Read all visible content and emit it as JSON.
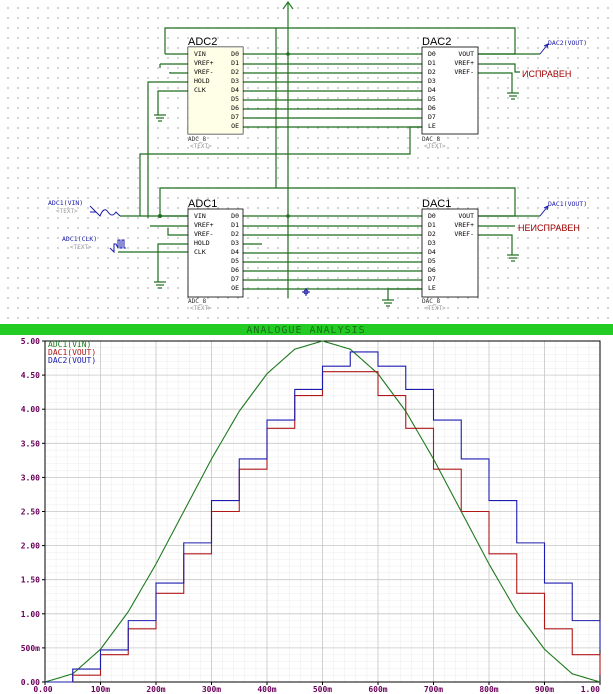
{
  "schematic": {
    "chips": [
      {
        "id": "adc2",
        "name": "ADC2",
        "part": "ADC_8",
        "text": "<TEXT>",
        "left_pins": [
          "VIN",
          "VREF+",
          "VREF-",
          "HOLD",
          "CLK"
        ],
        "right_pins": [
          "D0",
          "D1",
          "D2",
          "D3",
          "D4",
          "D5",
          "D6",
          "D7",
          "OE"
        ]
      },
      {
        "id": "dac2",
        "name": "DAC2",
        "part": "DAC_8",
        "text": "<TEXT>",
        "left_pins": [
          "D0",
          "D1",
          "D2",
          "D3",
          "D4",
          "D5",
          "D6",
          "D7",
          "LE"
        ],
        "right_pins": [
          "VOUT",
          "VREF+",
          "VREF-"
        ]
      },
      {
        "id": "adc1",
        "name": "ADC1",
        "part": "ADC_8",
        "text": "<TEXT>",
        "left_pins": [
          "VIN",
          "VREF+",
          "VREF-",
          "HOLD",
          "CLK"
        ],
        "right_pins": [
          "D0",
          "D1",
          "D2",
          "D3",
          "D4",
          "D5",
          "D6",
          "D7",
          "OE"
        ]
      },
      {
        "id": "dac1",
        "name": "DAC1",
        "part": "DAC_8",
        "text": "<TEXT>",
        "left_pins": [
          "D0",
          "D1",
          "D2",
          "D3",
          "D4",
          "D5",
          "D6",
          "D7",
          "LE"
        ],
        "right_pins": [
          "VOUT",
          "VREF+",
          "VREF-"
        ]
      }
    ],
    "probes": {
      "dac2_vout": "DAC2(VOUT)",
      "dac1_vout": "DAC1(VOUT)",
      "adc1_vin": "ADC1(VIN)",
      "adc1_clk": "ADC1(CLK)",
      "text_placeholder": "<TEXT>"
    },
    "status": {
      "ok": "ИСПРАВЕН",
      "fail": "НЕИСПРАВЕН"
    }
  },
  "chart_data": {
    "type": "line",
    "title": "ANALOGUE ANALYSIS",
    "xlim": [
      0,
      1
    ],
    "ylim": [
      0,
      5
    ],
    "x_ticks": [
      0,
      0.1,
      0.2,
      0.3,
      0.4,
      0.5,
      0.6,
      0.7,
      0.8,
      0.9,
      1.0
    ],
    "x_tick_labels": [
      "0.00",
      "100m",
      "200m",
      "300m",
      "400m",
      "500m",
      "600m",
      "700m",
      "800m",
      "900m",
      "1.00"
    ],
    "y_ticks": [
      0,
      0.5,
      1,
      1.5,
      2,
      2.5,
      3,
      3.5,
      4,
      4.5,
      5
    ],
    "y_tick_labels": [
      "0.00",
      "500m",
      "1.00",
      "1.50",
      "2.00",
      "2.50",
      "3.00",
      "3.50",
      "4.00",
      "4.50",
      "5.00"
    ],
    "grid": true,
    "legend_position": "top-left",
    "series": [
      {
        "name": "ADC1(VIN)",
        "color": "#1e7a1e",
        "kind": "smooth",
        "x": [
          0,
          0.05,
          0.1,
          0.15,
          0.2,
          0.25,
          0.3,
          0.35,
          0.4,
          0.45,
          0.5,
          0.55,
          0.6,
          0.65,
          0.7,
          0.75,
          0.8,
          0.85,
          0.9,
          0.95,
          1.0
        ],
        "values": [
          0,
          0.12,
          0.48,
          1.03,
          1.73,
          2.5,
          3.27,
          3.97,
          4.52,
          4.88,
          5.0,
          4.88,
          4.52,
          3.97,
          3.27,
          2.5,
          1.73,
          1.03,
          0.48,
          0.12,
          0
        ]
      },
      {
        "name": "DAC1(VOUT)",
        "color": "#b01818",
        "kind": "step",
        "x": [
          0,
          0.05,
          0.1,
          0.15,
          0.2,
          0.25,
          0.3,
          0.35,
          0.4,
          0.45,
          0.5,
          0.55,
          0.6,
          0.65,
          0.7,
          0.75,
          0.8,
          0.85,
          0.9,
          0.95,
          1.0
        ],
        "values": [
          0,
          0.1,
          0.4,
          0.78,
          1.3,
          1.88,
          2.5,
          3.12,
          3.72,
          4.2,
          4.55,
          4.55,
          4.2,
          3.72,
          3.12,
          2.5,
          1.88,
          1.3,
          0.78,
          0.4,
          0.1
        ]
      },
      {
        "name": "DAC2(VOUT)",
        "color": "#1c1cb0",
        "kind": "step",
        "x": [
          0,
          0.05,
          0.1,
          0.15,
          0.2,
          0.25,
          0.3,
          0.35,
          0.4,
          0.45,
          0.5,
          0.55,
          0.6,
          0.65,
          0.7,
          0.75,
          0.8,
          0.85,
          0.9,
          0.95,
          1.0
        ],
        "values": [
          0,
          0.19,
          0.47,
          0.9,
          1.45,
          2.04,
          2.66,
          3.27,
          3.84,
          4.29,
          4.63,
          4.84,
          4.63,
          4.29,
          3.84,
          3.27,
          2.66,
          2.04,
          1.45,
          0.9,
          0.47
        ]
      }
    ]
  }
}
